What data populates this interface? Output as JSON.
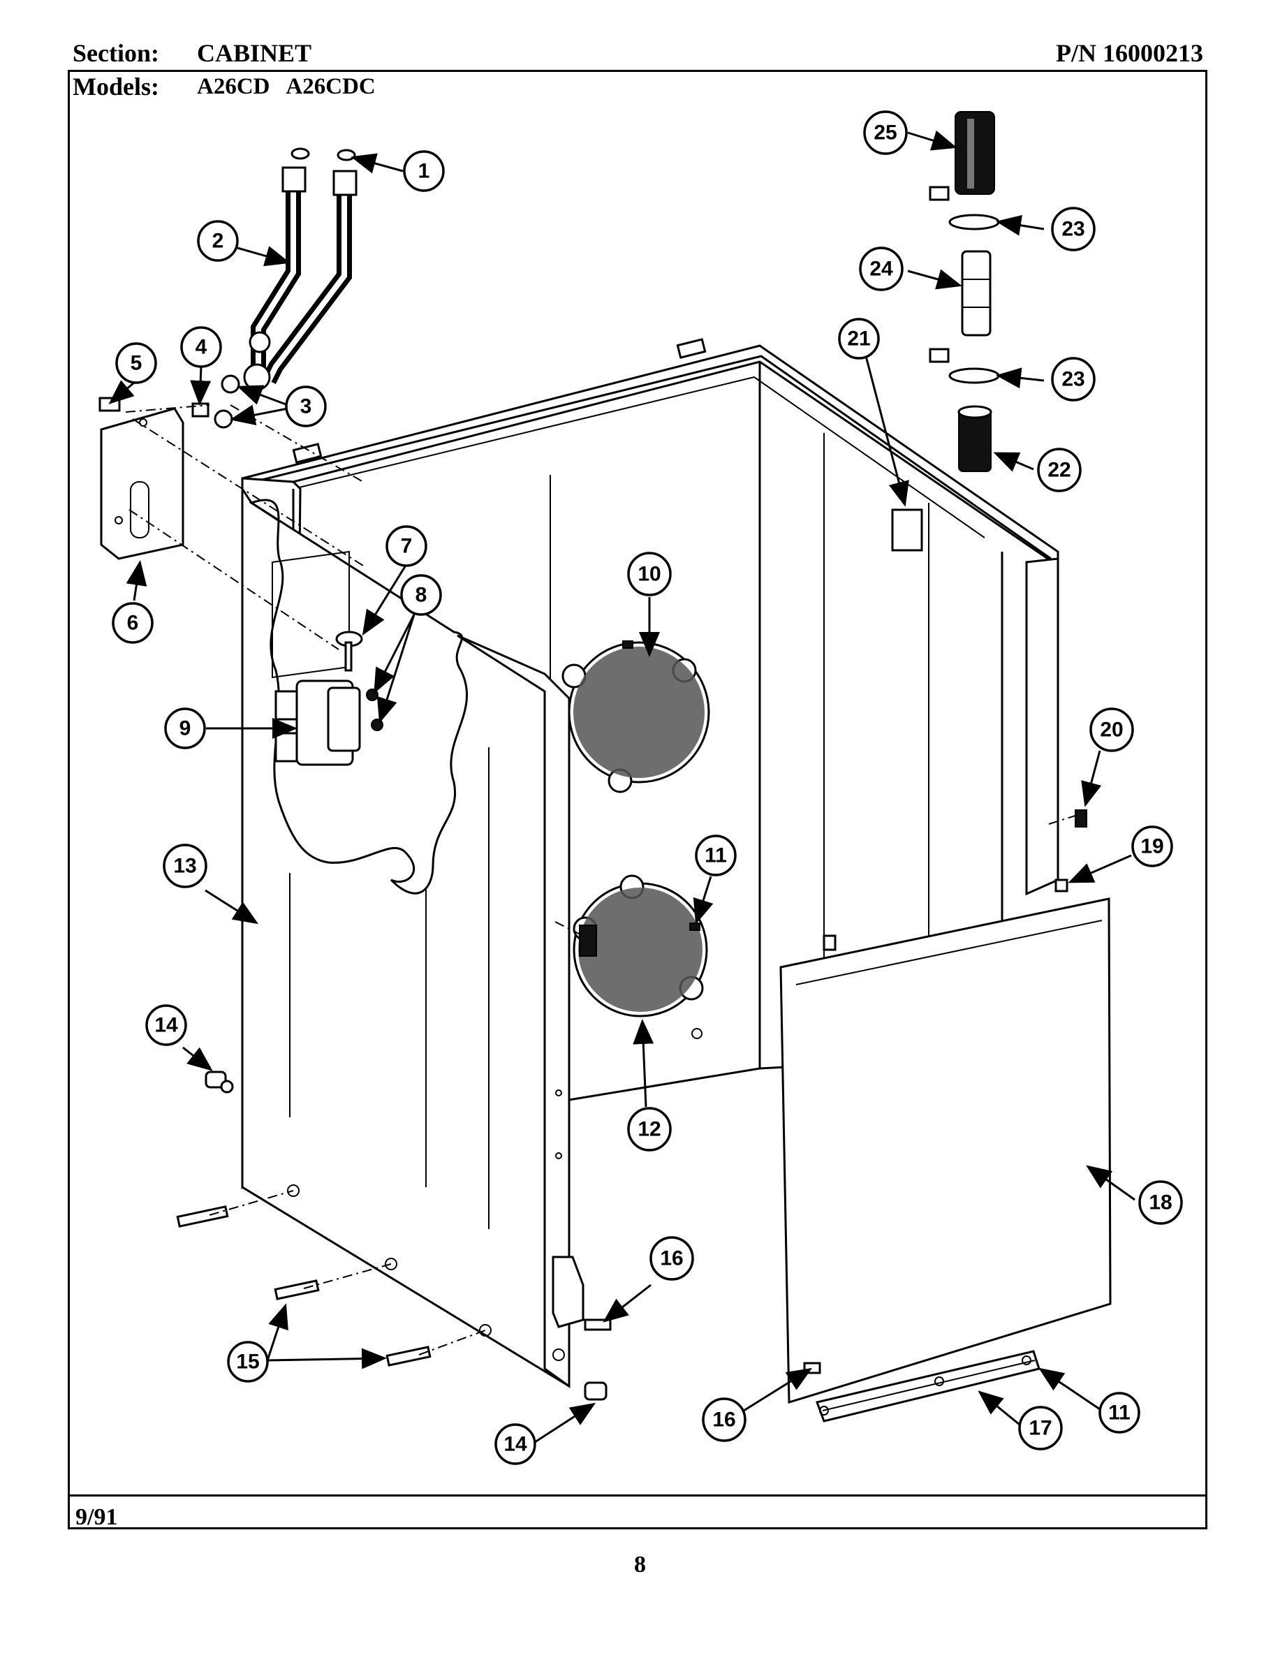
{
  "header": {
    "section_label": "Section:",
    "section_value": "CABINET",
    "pn": "P/N 16000213",
    "models_label": "Models:",
    "models_value": "A26CD   A26CDC"
  },
  "footer": {
    "date": "9/91",
    "page": "8"
  },
  "callouts": [
    {
      "id": "c1",
      "label": "1"
    },
    {
      "id": "c2",
      "label": "2"
    },
    {
      "id": "c3",
      "label": "3"
    },
    {
      "id": "c4",
      "label": "4"
    },
    {
      "id": "c5",
      "label": "5"
    },
    {
      "id": "c6",
      "label": "6"
    },
    {
      "id": "c7",
      "label": "7"
    },
    {
      "id": "c8",
      "label": "8"
    },
    {
      "id": "c9",
      "label": "9"
    },
    {
      "id": "c10",
      "label": "10"
    },
    {
      "id": "c11a",
      "label": "11"
    },
    {
      "id": "c11b",
      "label": "11"
    },
    {
      "id": "c12",
      "label": "12"
    },
    {
      "id": "c13",
      "label": "13"
    },
    {
      "id": "c14a",
      "label": "14"
    },
    {
      "id": "c14b",
      "label": "14"
    },
    {
      "id": "c15",
      "label": "15"
    },
    {
      "id": "c16a",
      "label": "16"
    },
    {
      "id": "c16b",
      "label": "16"
    },
    {
      "id": "c17",
      "label": "17"
    },
    {
      "id": "c18",
      "label": "18"
    },
    {
      "id": "c19",
      "label": "19"
    },
    {
      "id": "c20",
      "label": "20"
    },
    {
      "id": "c21",
      "label": "21"
    },
    {
      "id": "c22",
      "label": "22"
    },
    {
      "id": "c23a",
      "label": "23"
    },
    {
      "id": "c23b",
      "label": "23"
    },
    {
      "id": "c24",
      "label": "24"
    },
    {
      "id": "c25",
      "label": "25"
    }
  ]
}
